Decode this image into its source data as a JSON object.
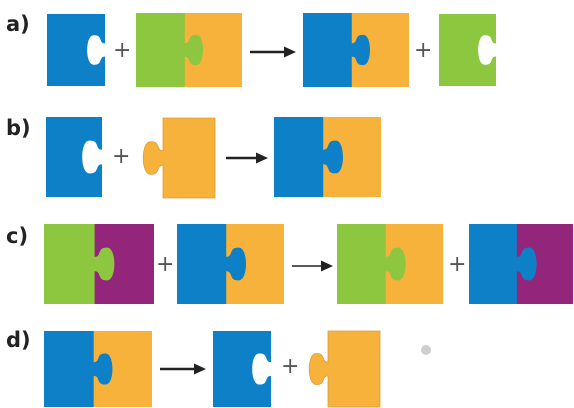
{
  "colors": {
    "blue": "#0d80c8",
    "green": "#8dc63f",
    "orange": "#f7b23b",
    "purple": "#93267a",
    "arrow": "#222222",
    "plus": "#555555"
  },
  "rows": [
    {
      "label": "a)",
      "left": [
        {
          "kind": "c-piece",
          "color": "blue"
        },
        {
          "kind": "joined",
          "left": "green",
          "right": "orange"
        }
      ],
      "right": [
        {
          "kind": "joined",
          "left": "blue",
          "right": "orange"
        },
        {
          "kind": "c-piece",
          "color": "green"
        }
      ]
    },
    {
      "label": "b)",
      "left": [
        {
          "kind": "c-piece",
          "color": "blue"
        },
        {
          "kind": "tab-piece",
          "color": "orange"
        }
      ],
      "right": [
        {
          "kind": "joined",
          "left": "blue",
          "right": "orange"
        }
      ]
    },
    {
      "label": "c)",
      "left": [
        {
          "kind": "joined",
          "left": "green",
          "right": "purple"
        },
        {
          "kind": "joined",
          "left": "blue",
          "right": "orange"
        }
      ],
      "right": [
        {
          "kind": "joined",
          "left": "green",
          "right": "orange"
        },
        {
          "kind": "joined",
          "left": "blue",
          "right": "purple"
        }
      ]
    },
    {
      "label": "d)",
      "left": [
        {
          "kind": "joined",
          "left": "blue",
          "right": "orange"
        }
      ],
      "right": [
        {
          "kind": "c-piece",
          "color": "blue"
        },
        {
          "kind": "tab-piece",
          "color": "orange"
        }
      ]
    }
  ],
  "symbols": {
    "plus": "+"
  }
}
